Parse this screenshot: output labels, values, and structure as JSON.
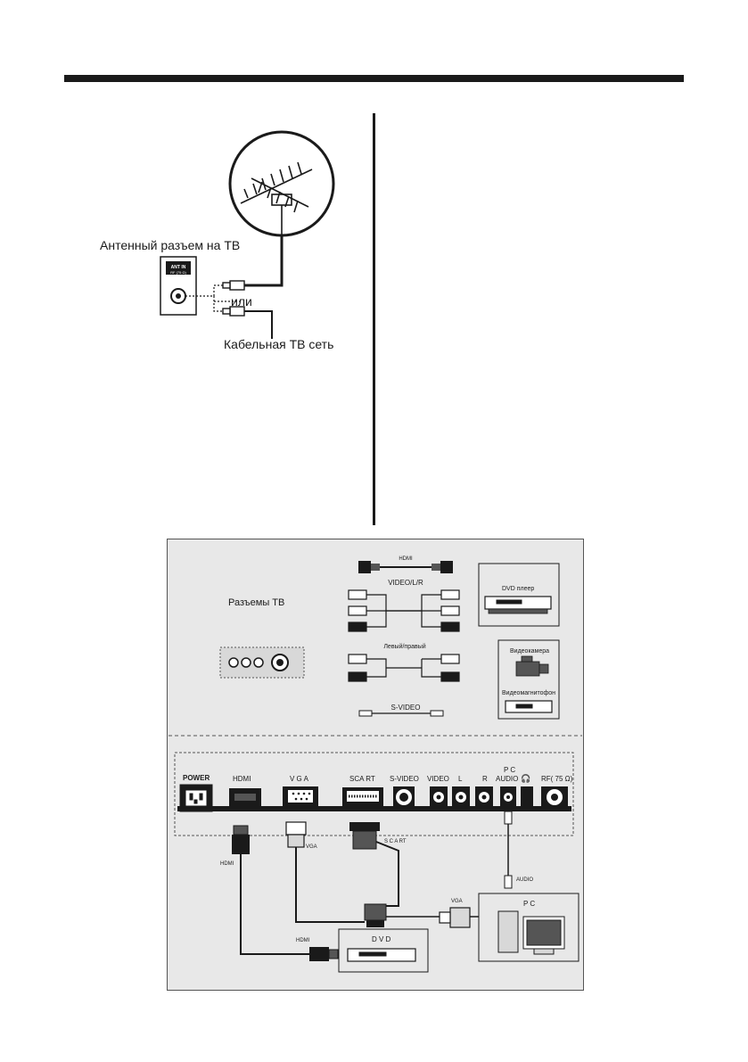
{
  "antenna": {
    "tv_jack_label": "Антенный разъем на ТВ",
    "ant_in_line1": "ANT IN",
    "ant_in_line2": "RF (75 Ω)",
    "or_label": "или",
    "cable_label": "Кабельная ТВ сеть"
  },
  "panel": {
    "tv_jacks_title": "Разъемы ТВ",
    "hdmi_cable": "HDMI",
    "video_lr_cable": "VIDEO/L/R",
    "dvd_player": "DVD плеер",
    "left_right_cable": "Левый/правый",
    "camcorder": "Видеокамера",
    "vcr": "Видеомагнитофон",
    "svideo_cable": "S-VIDEO"
  },
  "back_panel": {
    "power": "POWER",
    "hdmi": "HDMI",
    "vga": "V G A",
    "scart": "SCA RT",
    "svideo": "S-VIDEO",
    "video": "VIDEO",
    "l": "L",
    "r": "R",
    "pc_audio_line1": "P C",
    "pc_audio_line2": "AUDIO",
    "rf": "RF( 75 Ω)",
    "cable_hdmi": "HDMI",
    "cable_vga": "VGA",
    "cable_scart": "S C A RT",
    "cable_audio": "AUDIO",
    "cable_vga_pc": "VGA",
    "cable_hdmi_dvd": "HDMI",
    "pc_box": "P C",
    "dvd_box": "D V D"
  }
}
